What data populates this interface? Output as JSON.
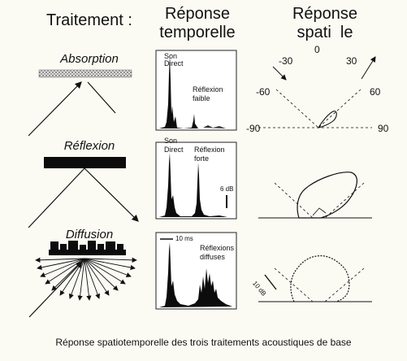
{
  "headers": {
    "treatment": "Traitement :",
    "temporal_l1": "Réponse",
    "temporal_l2": "temporelle",
    "spatial_l1": "Réponse",
    "spatial_l2": "spati  le"
  },
  "treatments": {
    "absorption": "Absorption",
    "reflection": "Réflexion",
    "diffusion": "Diffusion"
  },
  "temporal_labels": {
    "direct_1_l1": "Son",
    "direct_1_l2": "Direct",
    "weak_l1": "Réflexion",
    "weak_l2": "faible",
    "direct_2_l1": "Son",
    "direct_2_l2": "Direct",
    "strong_l1": "Réflexion",
    "strong_l2": "forte",
    "scale_6db": "6 dB",
    "scale_10ms": "10 ms",
    "diffuse_l1": "Réflexions",
    "diffuse_l2": "diffuses"
  },
  "spatial_labels": {
    "a0": "0",
    "am30": "-30",
    "a30": "30",
    "am60": "-60",
    "a60": "60",
    "am90": "-90",
    "a90": "90",
    "scale_10db": "10 dB"
  },
  "caption": "Réponse spatiotemporelle des trois traitements acoustiques de base"
}
